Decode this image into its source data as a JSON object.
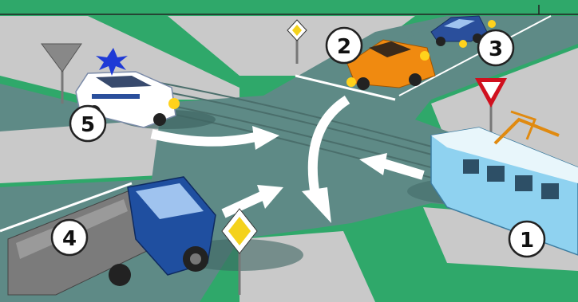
{
  "labels": {
    "tram": "1",
    "orange_car": "2",
    "blue_car": "3",
    "truck": "4",
    "police_car": "5"
  },
  "colors": {
    "grass": "#2fa86a",
    "road": "#5e8a86",
    "sidewalk": "#c9c9c9",
    "tram_body": "#8fd2f0",
    "orange_car": "#f08a10",
    "blue_car": "#2a4f9c",
    "truck_cab": "#1f4fa0",
    "police_car": "#ffffff",
    "arrow": "#ffffff",
    "sign_red": "#d0101e",
    "priority_sign": "#f4d21c"
  },
  "icons": [
    "yield-sign",
    "priority-road-sign",
    "blue-emergency-light",
    "turn-indicator-flash"
  ]
}
